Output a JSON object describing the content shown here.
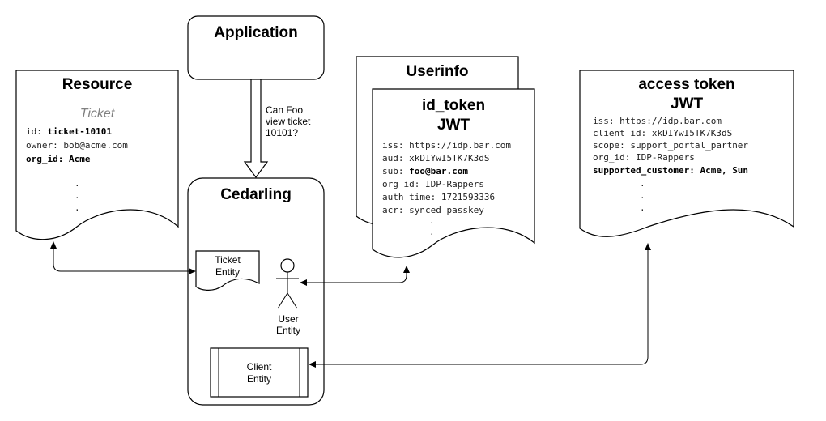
{
  "application": {
    "title": "Application"
  },
  "question": {
    "lines": [
      "Can Foo",
      "view ticket",
      "10101?"
    ]
  },
  "cedarling": {
    "title": "Cedarling"
  },
  "resource": {
    "title": "Resource",
    "subtitle": "Ticket",
    "lines": [
      {
        "key": "id: ",
        "value": "ticket-10101"
      },
      {
        "key": "owner: ",
        "value": "bob@acme.com"
      },
      {
        "key": "org_id: ",
        "value": "Acme"
      }
    ],
    "dots": [
      ".",
      ".",
      "."
    ]
  },
  "userinfo": {
    "title": "Userinfo"
  },
  "id_token": {
    "title": "id_token",
    "subtitle": "JWT",
    "lines": [
      {
        "key": "iss: ",
        "value": "https://idp.bar.com"
      },
      {
        "key": "aud: ",
        "value": "xkDIYwI5TK7K3dS"
      },
      {
        "key": "sub: ",
        "value": "foo@bar.com"
      },
      {
        "key": "org_id: ",
        "value": "IDP-Rappers"
      },
      {
        "key": "auth_time: ",
        "value": "1721593336"
      },
      {
        "key": "acr: ",
        "value": "synced passkey"
      }
    ],
    "dots": [
      ".",
      ".",
      "."
    ]
  },
  "access_token": {
    "title": "access token",
    "subtitle": "JWT",
    "lines": [
      {
        "key": "iss: ",
        "value": "https://idp.bar.com"
      },
      {
        "key": "client_id: ",
        "value": "xkDIYwI5TK7K3dS"
      },
      {
        "key": "scope: ",
        "value": "support_portal_partner"
      },
      {
        "key": "org_id: ",
        "value": "IDP-Rappers"
      },
      {
        "key": "supported_customer: ",
        "value": "Acme, Sun"
      }
    ],
    "dots": [
      ".",
      ".",
      "."
    ]
  },
  "ticket_entity": {
    "lines": [
      "Ticket",
      "Entity"
    ]
  },
  "user_entity": {
    "lines": [
      "User",
      "Entity"
    ]
  },
  "client_entity": {
    "lines": [
      "Client",
      "Entity"
    ]
  }
}
